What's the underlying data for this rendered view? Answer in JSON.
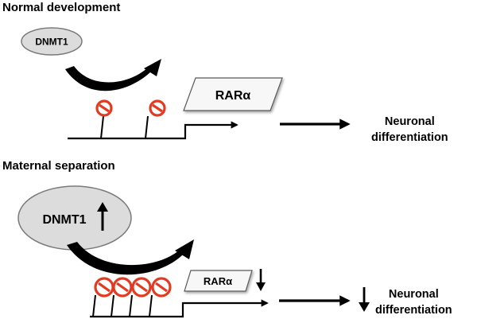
{
  "panels": [
    {
      "title": "Normal development",
      "enzyme": "DNMT1",
      "gene": "RARα",
      "outcome_line1": "Neuronal",
      "outcome_line2": "differentiation"
    },
    {
      "title": "Maternal separation",
      "enzyme": "DNMT1",
      "gene": "RARα",
      "outcome_line1": "Neuronal",
      "outcome_line2": "differentiation"
    }
  ],
  "colors": {
    "ellipse_fill": "#dcdcdc",
    "ellipse_stroke": "#7a7a7a",
    "methyl_mark": "#e23b22",
    "ink": "#000000"
  }
}
